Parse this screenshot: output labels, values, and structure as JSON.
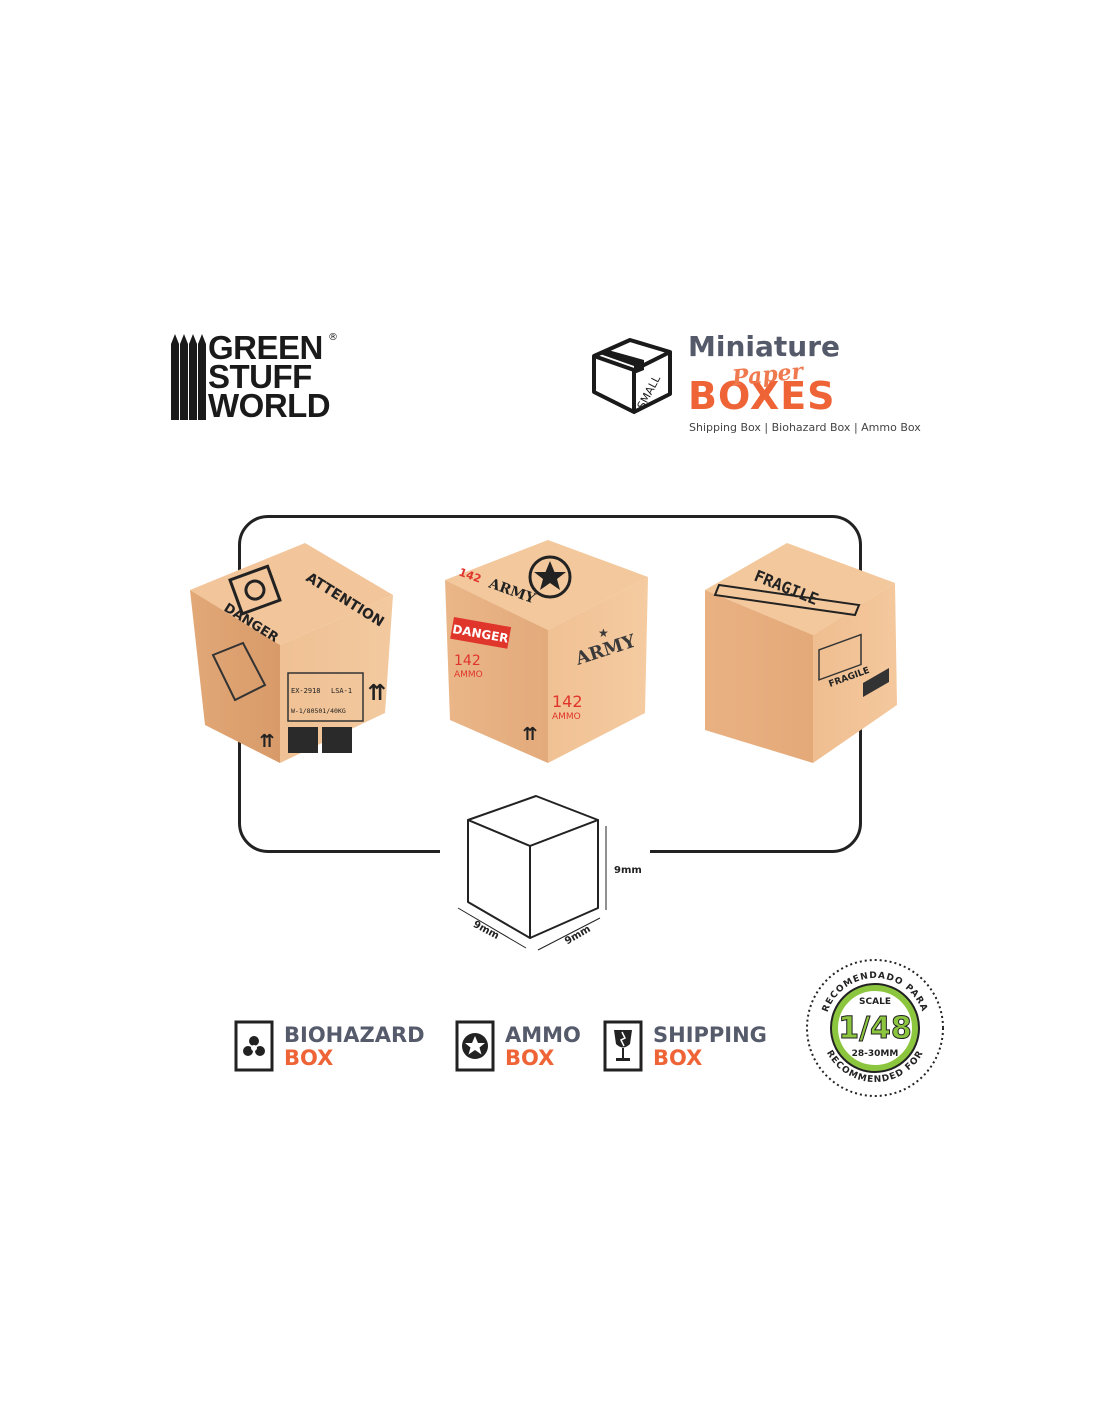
{
  "brand": {
    "name_lines": [
      "GREEN",
      "STUFF",
      "WORLD"
    ],
    "registered_mark": "®"
  },
  "product": {
    "icon_label": "SMALL",
    "title_line1": "Miniature",
    "title_line2": "Paper",
    "title_line3": "BOXES",
    "subtitle": "Shipping Box | Biohazard Box | Ammo Box"
  },
  "boxes": {
    "biohazard": {
      "top_label": "ATTENTION",
      "side_label": "DANGER",
      "code1": "EX-2918",
      "code2": "LSA-1",
      "code3": "W-1/80501/40KG"
    },
    "ammo": {
      "top_label": "ARMY",
      "danger_label": "DANGER",
      "side_label": "ARMY",
      "count1": "142",
      "count1_sub": "AMMO",
      "count2": "142",
      "count2_sub": "AMMO"
    },
    "shipping": {
      "top_label": "FRAGILE",
      "side_label": "FRAGILE"
    }
  },
  "dimensions": {
    "height": "9mm",
    "width": "9mm",
    "depth": "9mm"
  },
  "legend": [
    {
      "line1": "BIOHAZARD",
      "line2": "BOX",
      "icon": "biohazard-icon"
    },
    {
      "line1": "AMMO",
      "line2": "BOX",
      "icon": "star-icon"
    },
    {
      "line1": "SHIPPING",
      "line2": "BOX",
      "icon": "fragile-glass-icon"
    }
  ],
  "scale_badge": {
    "top_text": "RECOMENDADO PARA",
    "scale_label": "SCALE",
    "scale_value": "1/48",
    "range": "28-30MM",
    "bottom_text": "RECOMMENDED FOR"
  },
  "colors": {
    "cardboard": "#e8b98a",
    "accent_orange": "#ee6436",
    "slate": "#565b6b",
    "badge_green": "#8cc63f",
    "danger_red": "#e0352b"
  }
}
